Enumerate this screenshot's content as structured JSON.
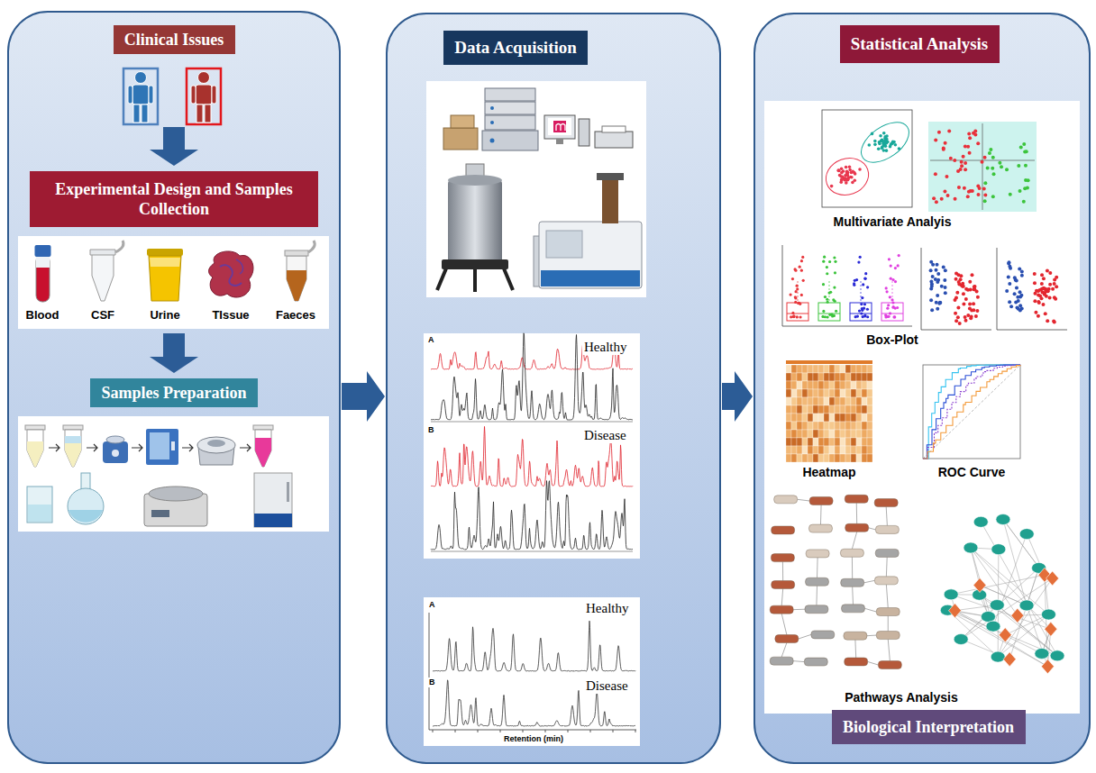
{
  "diagram": {
    "nodes": [
      {
        "text": []
      },
      {
        "text": [
          "Clinical Issues"
        ],
        "in": 0
      },
      {
        "text": [
          "Experimental Design and Samples Collection"
        ],
        "in": 0
      },
      {
        "text": [
          "Samples Preparation"
        ],
        "in": 0
      },
      {
        "text": []
      },
      {
        "text": [
          "Data Acquisition"
        ],
        "in": 4
      },
      {
        "text": []
      },
      {
        "text": [
          "Statistical Analysis"
        ],
        "in": 6
      },
      {
        "text": [
          "Biological Interpretation"
        ],
        "in": 6
      }
    ],
    "edges": [
      {
        "from": 1,
        "to": 2,
        "arrow": "to"
      },
      {
        "from": 2,
        "to": 3,
        "arrow": "to"
      },
      {
        "from": 0,
        "to": 4,
        "arrow": "to"
      },
      {
        "from": 4,
        "to": 6,
        "arrow": "to"
      }
    ],
    "labels": [
      "Blood",
      "CSF",
      "Urine",
      "TIssue",
      "Faeces",
      "A",
      "Healthy",
      "B",
      "Disease",
      "A",
      "Healthy",
      "B",
      "Disease",
      "Retention (min)",
      "Multivariate Analyis",
      "Box-Plot",
      "Heatmap",
      "ROC Curve",
      "Pathways Analysis"
    ]
  }
}
